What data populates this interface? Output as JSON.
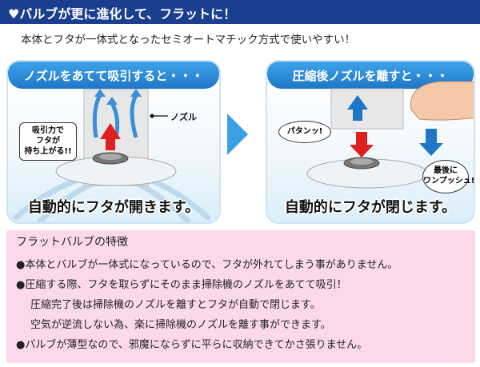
{
  "banner": {
    "title": "♥バルブが更に進化して、フラットに！"
  },
  "subtitle": "本体とフタが一体式となったセミオートマチック方式で使いやすい！",
  "left_panel": {
    "title": "ノズルをあてて吸引すると・・・",
    "nozzle_label": "ノズル",
    "callout": [
      "吸引力で",
      "フタが",
      "持ち上がる!!"
    ],
    "caption": "自動的にフタが開きます。"
  },
  "right_panel": {
    "title": "圧縮後ノズルを離すと・・・",
    "bubble_pop": "パタンッ!",
    "bubble_finish": [
      "最後に",
      "ワンプッシュ!"
    ],
    "caption": "自動的にフタが閉じます。"
  },
  "features": {
    "title": "フラットバルブの特徴",
    "lines": [
      "●本体とバルブが一体式になっているので、フタが外れてしまう事がありません。",
      "●圧縮する際、フタを取らずにそのまま掃除機のノズルをあてて吸引！",
      "圧縮完了後は掃除機のノズルを離すとフタが自動で閉じます。",
      "空気が逆流しない為、楽に掃除機のノズルを離す事ができます。",
      "●バルブが薄型なので、邪魔にならずに平らに収納できてかさ張りません。"
    ]
  },
  "colors": {
    "banner": "#1a3f8f",
    "panel_header": "#2a8ad8",
    "arrow": "#3a9fe3",
    "info_bg": "#fbd9ea",
    "red_arrow": "#e02020"
  }
}
